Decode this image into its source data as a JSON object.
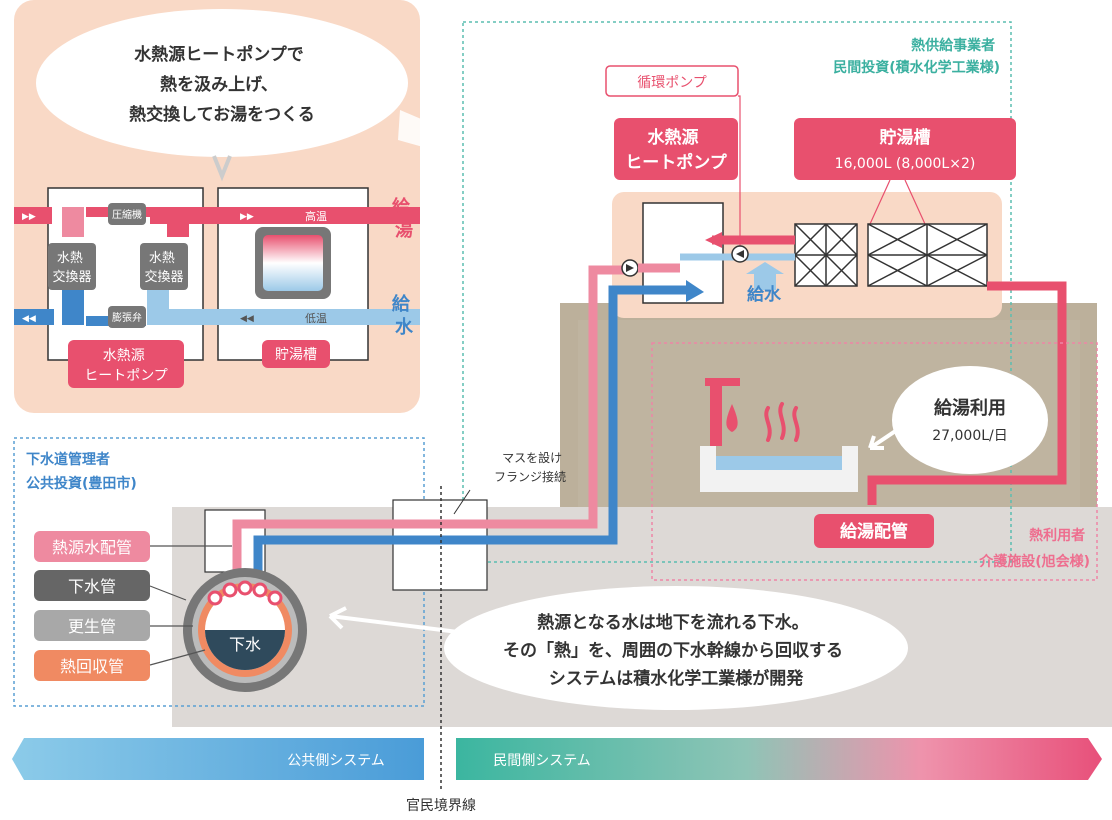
{
  "inset": {
    "bubble_lines": [
      "水熱源ヒートポンプで",
      "熱を汲み上げ、",
      "熱交換してお湯をつくる"
    ],
    "compressor": "圧縮機",
    "expansion_valve": "膨張弁",
    "exchanger_line1": "水熱",
    "exchanger_line2": "交換器",
    "heat_pump_line1": "水熱源",
    "heat_pump_line2": "ヒートポンプ",
    "tank": "貯湯槽",
    "high_temp": "高温",
    "low_temp": "低温",
    "supply_hot": "給湯",
    "supply_water": "給水"
  },
  "provider": {
    "role": "熱供給事業者",
    "investment": "民間投資(積水化学工業様)",
    "pump_label": "循環ポンプ",
    "hp_line1": "水熱源",
    "hp_line2": "ヒートポンプ",
    "tank_title": "貯湯槽",
    "tank_capacity": "16,000L (8,000L×2)",
    "water_supply": "給水"
  },
  "user": {
    "role": "熱利用者",
    "facility": "介護施設(旭会様)",
    "usage_title": "給湯利用",
    "usage_amount": "27,000L/日",
    "pipe_label": "給湯配管"
  },
  "sewer": {
    "manager": "下水道管理者",
    "investment": "公共投資(豊田市)",
    "legend": [
      "熱源水配管",
      "下水管",
      "更生管",
      "熱回収管"
    ],
    "water_label": "下水",
    "joint_line1": "マスを設け",
    "joint_line2": "フランジ接続"
  },
  "explanation": [
    "熱源となる水は地下を流れる下水。",
    "その「熱」を、周囲の下水幹線から回収する",
    "システムは積水化学工業様が開発"
  ],
  "bottom": {
    "public_system": "公共側システム",
    "private_system": "民間側システム",
    "boundary": "官民境界線"
  },
  "colors": {
    "hot": "#e8506e",
    "hot_light": "#ee8aa0",
    "cold": "#3f86c9",
    "cold_light": "#9cc9e8",
    "provider_border": "#5bbdb0",
    "user_border": "#ee85a6",
    "sewer_border": "#5a9fd3",
    "ground": "#ddd9d6",
    "building": "#bcb09b",
    "panel": "#f9d9c6"
  }
}
